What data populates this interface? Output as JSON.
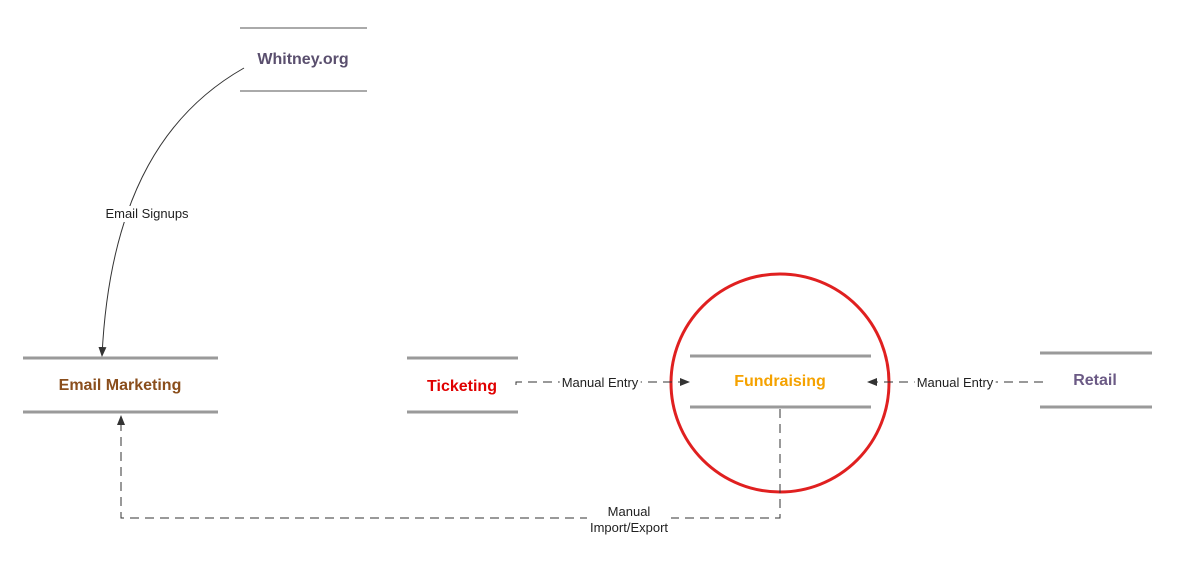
{
  "colors": {
    "whitney": "#5a4f6e",
    "email": "#8a4e1c",
    "ticketing": "#e00000",
    "fundraising": "#f5a200",
    "retail": "#6b5a85",
    "store_line": "#8a8a8a",
    "arrow": "#333333",
    "highlight_ring": "#e02020"
  },
  "nodes": {
    "whitney": {
      "label": "Whitney.org"
    },
    "email_marketing": {
      "label": "Email Marketing"
    },
    "ticketing": {
      "label": "Ticketing"
    },
    "fundraising": {
      "label": "Fundraising"
    },
    "retail": {
      "label": "Retail"
    }
  },
  "edges": {
    "email_signups": {
      "label": "Email Signups",
      "style": "solid",
      "from": "Whitney.org",
      "to": "Email Marketing"
    },
    "ticketing_to_fundraising": {
      "label": "Manual Entry",
      "style": "dashed",
      "from": "Ticketing",
      "to": "Fundraising"
    },
    "retail_to_fundraising": {
      "label": "Manual Entry",
      "style": "dashed",
      "from": "Retail",
      "to": "Fundraising"
    },
    "fundraising_to_email": {
      "label_line1": "Manual",
      "label_line2": "Import/Export",
      "style": "dashed",
      "from": "Fundraising",
      "to": "Email Marketing"
    }
  },
  "highlight": {
    "node": "Fundraising",
    "shape": "circle"
  }
}
